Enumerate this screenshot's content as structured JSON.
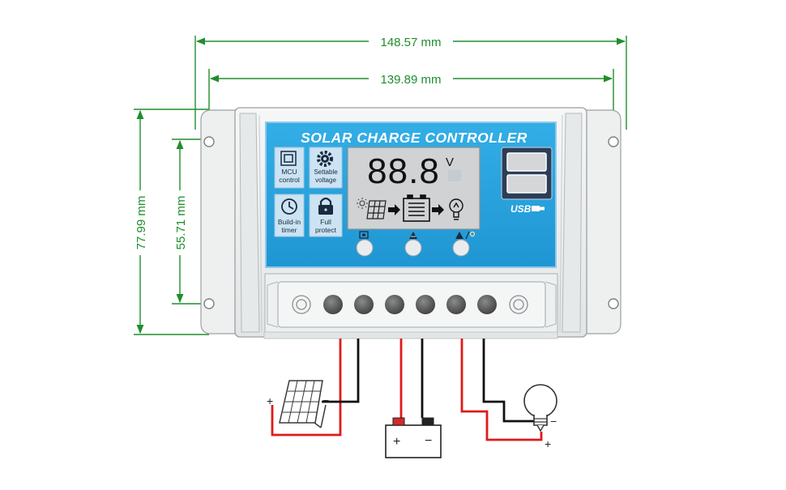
{
  "dimensions": {
    "overall_width": "148.57 mm",
    "hole_spacing_width": "139.89 mm",
    "overall_height": "77.99 mm",
    "hole_spacing_height": "55.71 mm"
  },
  "panel": {
    "title": "SOLAR CHARGE CONTROLLER",
    "features": [
      {
        "icon": "chip-icon",
        "label_line1": "MCU",
        "label_line2": "control"
      },
      {
        "icon": "gear-icon",
        "label_line1": "Settable",
        "label_line2": "voltage"
      },
      {
        "icon": "clock-icon",
        "label_line1": "Build-in",
        "label_line2": "timer"
      },
      {
        "icon": "lock-icon",
        "label_line1": "Full",
        "label_line2": "protect"
      }
    ],
    "lcd": {
      "digits": "88.8",
      "unit": "V"
    },
    "usb_label": "USB",
    "buttons": [
      {
        "symbol": "menu"
      },
      {
        "symbol": "up"
      },
      {
        "symbol": "up-load"
      }
    ]
  },
  "wiring": {
    "plus_sign": "+",
    "minus_sign": "−"
  },
  "colors": {
    "dimension_line": "#1f8f2c",
    "panel_blue": "#29a3dd",
    "lcd_bg": "#d0d2d4",
    "wire_red": "#e01a1a",
    "wire_black": "#111111",
    "housing": "#f1f3f3"
  }
}
